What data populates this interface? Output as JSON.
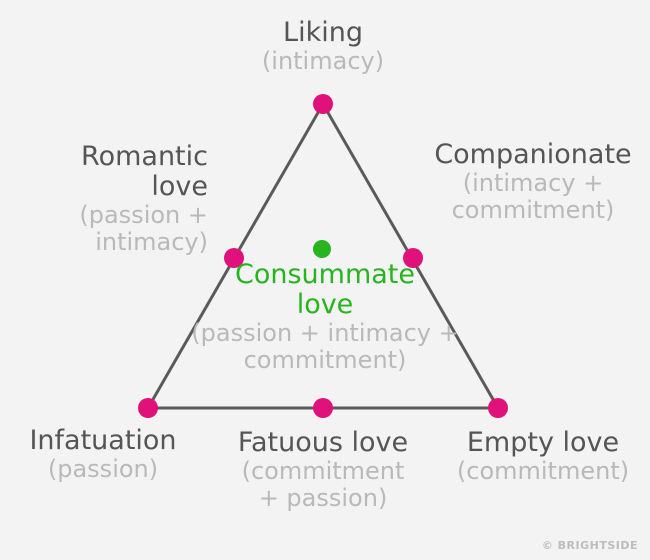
{
  "nodes": {
    "top": {
      "title": "Liking",
      "sub": "(intimacy)"
    },
    "left_mid": {
      "title_1": "Romantic",
      "title_2": "love",
      "sub_1": "(passion +",
      "sub_2": "intimacy)"
    },
    "right_mid": {
      "title": "Companionate",
      "sub_1": "(intimacy +",
      "sub_2": "commitment)"
    },
    "center": {
      "title_1": "Consummate",
      "title_2": "love",
      "sub_1": "(passion + intimacy +",
      "sub_2": "commitment)"
    },
    "bottom_left": {
      "title": "Infatuation",
      "sub": "(passion)"
    },
    "bottom_mid": {
      "title": "Fatuous love",
      "sub_1": "(commitment",
      "sub_2": "+ passion)"
    },
    "bottom_right": {
      "title": "Empty love",
      "sub": "(commitment)"
    }
  },
  "watermark": "© BRIGHTSIDE",
  "colors": {
    "line": "#5a5a5a",
    "vertex_dot": "#e0117a",
    "center_dot": "#27b41f",
    "title_text": "#555555",
    "sub_text": "#b9b9b9",
    "center_text": "#27b41f"
  }
}
